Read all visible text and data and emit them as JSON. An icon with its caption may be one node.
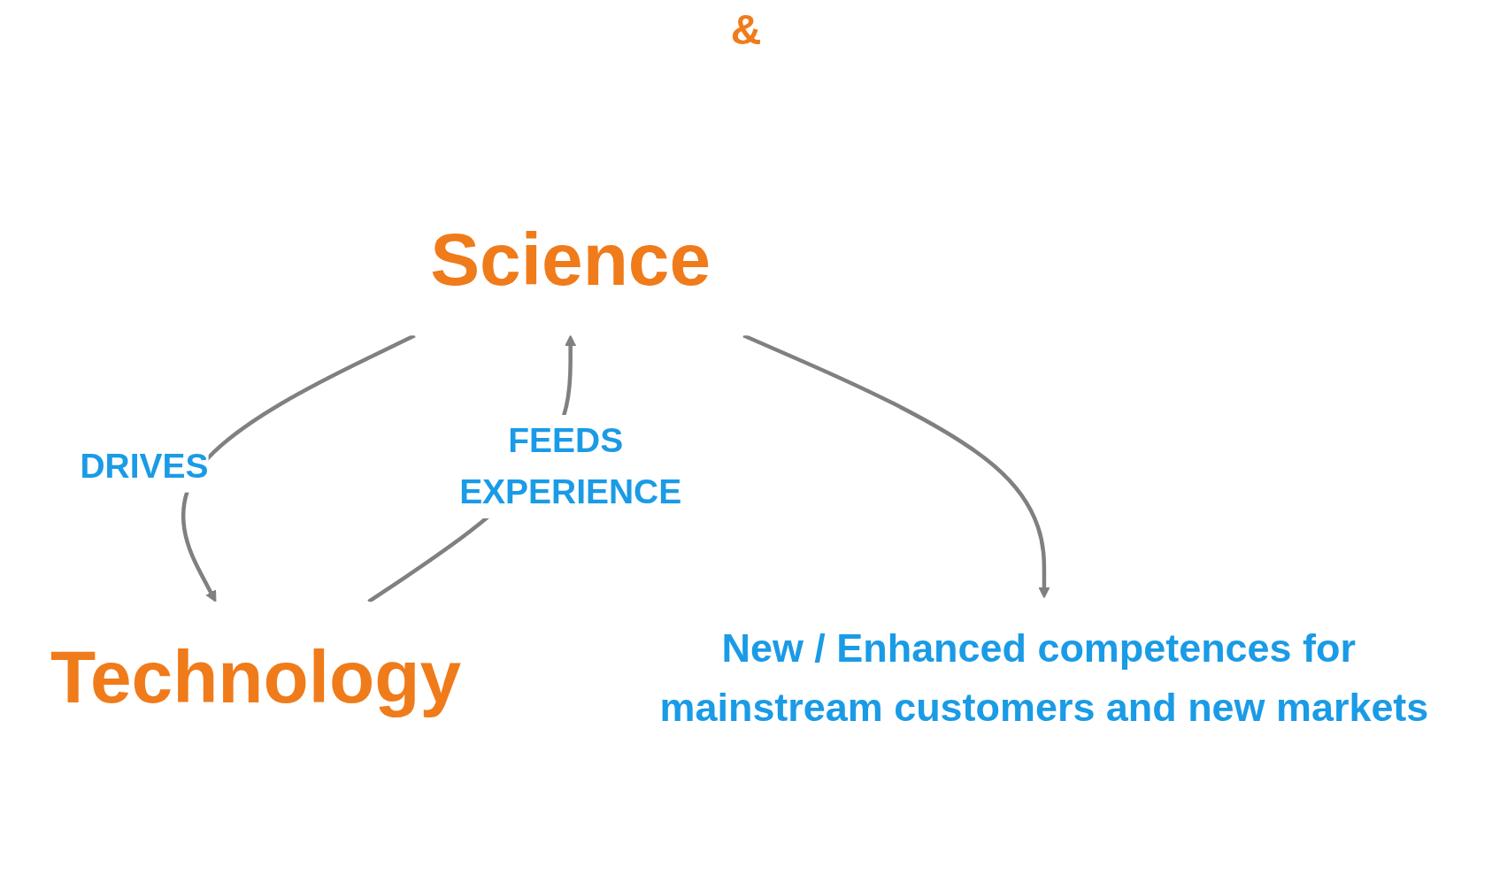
{
  "diagram": {
    "nodes": [
      {
        "text": [
          "Science"
        ]
      },
      {
        "text": [
          "Technology"
        ]
      },
      {
        "text": [
          "New / Enhanced competences for mainstream customers and new markets"
        ]
      }
    ],
    "edges": [
      {
        "from": 0,
        "to": 1,
        "arrow": "to",
        "label": "DRIVES"
      },
      {
        "from": 1,
        "to": 0,
        "arrow": "to",
        "label": "FEEDS EXPERIENCE"
      },
      {
        "from": 0,
        "to": 2,
        "arrow": "to"
      }
    ],
    "labels": [
      "&"
    ]
  }
}
